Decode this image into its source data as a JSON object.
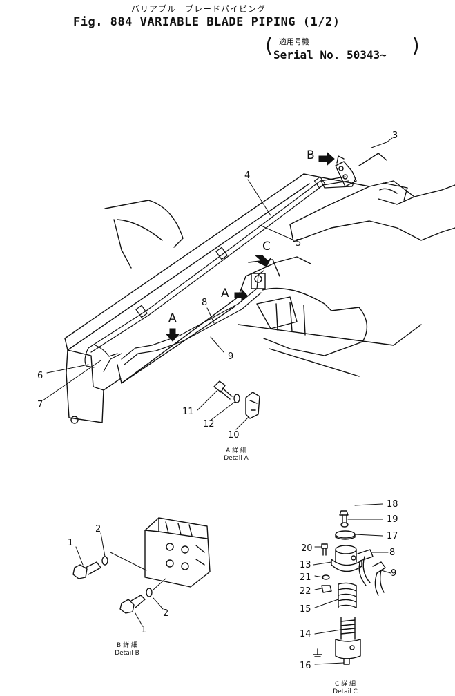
{
  "header": {
    "title_jp": "バリアブル　ブレードパイピング",
    "title": "Fig. 884  VARIABLE BLADE PIPING (1/2)",
    "serial_jp": "適用号機",
    "serial": "Serial No. 50343~"
  },
  "detail_letters": {
    "a": "A",
    "b": "B",
    "c": "C"
  },
  "callouts": {
    "main": {
      "p3": "3",
      "p4": "4",
      "p5": "5",
      "p6": "6",
      "p7": "7",
      "p8": "8",
      "p9": "9"
    },
    "detail_a": {
      "p10": "10",
      "p11": "11",
      "p12": "12"
    },
    "detail_b": {
      "p1a": "1",
      "p1b": "1",
      "p2a": "2",
      "p2b": "2"
    },
    "detail_c": {
      "p8": "8",
      "p9": "9",
      "p13": "13",
      "p14": "14",
      "p15": "15",
      "p16": "16",
      "p17": "17",
      "p18": "18",
      "p19": "19",
      "p20": "20",
      "p21": "21",
      "p22": "22"
    }
  },
  "captions": {
    "detail_a_jp": "A 詳 細",
    "detail_a": "Detail A",
    "detail_b_jp": "B 詳 細",
    "detail_b": "Detail B",
    "detail_c_jp": "C 詳 細",
    "detail_c": "Detail C"
  }
}
